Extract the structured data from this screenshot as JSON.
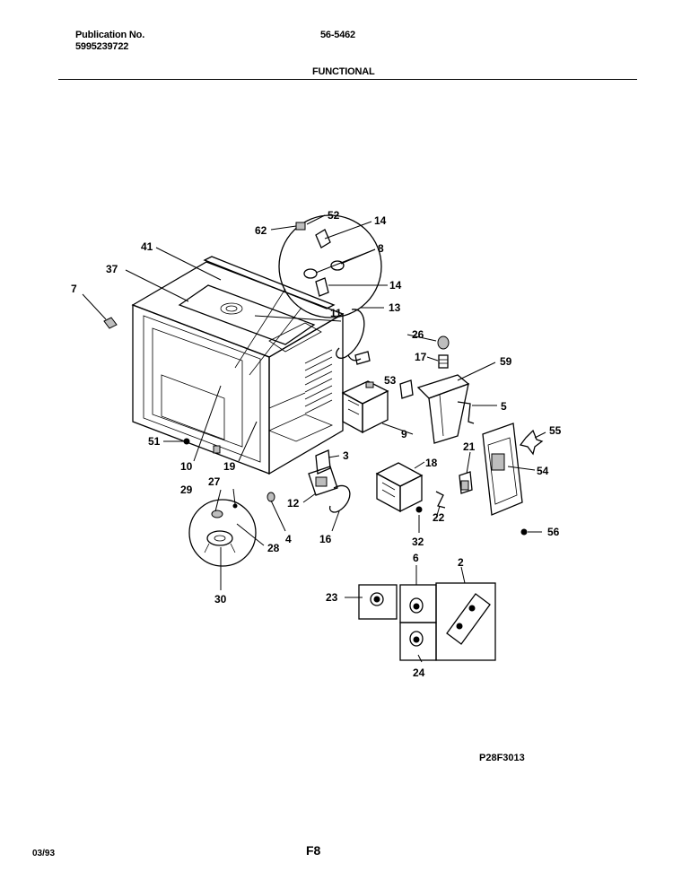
{
  "header": {
    "publication_label": "Publication No.",
    "publication_number": "5995239722",
    "model": "56-5462",
    "section": "FUNCTIONAL"
  },
  "footer": {
    "date": "03/93",
    "page": "F8",
    "drawing_ref": "P28F3013"
  },
  "callouts": {
    "c2": "2",
    "c3": "3",
    "c4": "4",
    "c5": "5",
    "c6": "6",
    "c7": "7",
    "c8": "8",
    "c9": "9",
    "c10": "10",
    "c11": "11",
    "c12": "12",
    "c13": "13",
    "c14a": "14",
    "c14b": "14",
    "c16": "16",
    "c17": "17",
    "c18": "18",
    "c19": "19",
    "c21": "21",
    "c22": "22",
    "c23": "23",
    "c24": "24",
    "c26": "26",
    "c27": "27",
    "c28": "28",
    "c29": "29",
    "c30": "30",
    "c32": "32",
    "c37": "37",
    "c41": "41",
    "c51": "51",
    "c52": "52",
    "c53": "53",
    "c54": "54",
    "c55": "55",
    "c56": "56",
    "c59": "59",
    "c62": "62"
  }
}
